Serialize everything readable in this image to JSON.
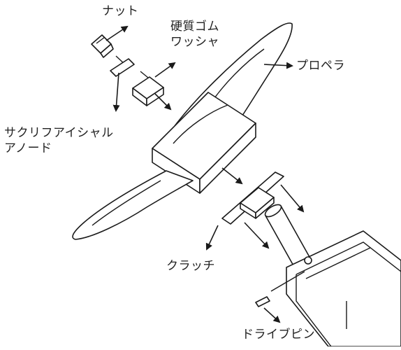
{
  "labels": {
    "nut": "ナット",
    "washer_line1": "硬質ゴム",
    "washer_line2": "ワッシャ",
    "propeller": "プロペラ",
    "anode_line1": "サクリフアイシャル",
    "anode_line2": "アノード",
    "clutch": "クラッチ",
    "drive_pin": "ドライブピン"
  },
  "colors": {
    "line": "#1a1a1a",
    "text": "#222222",
    "background": "#ffffff"
  }
}
